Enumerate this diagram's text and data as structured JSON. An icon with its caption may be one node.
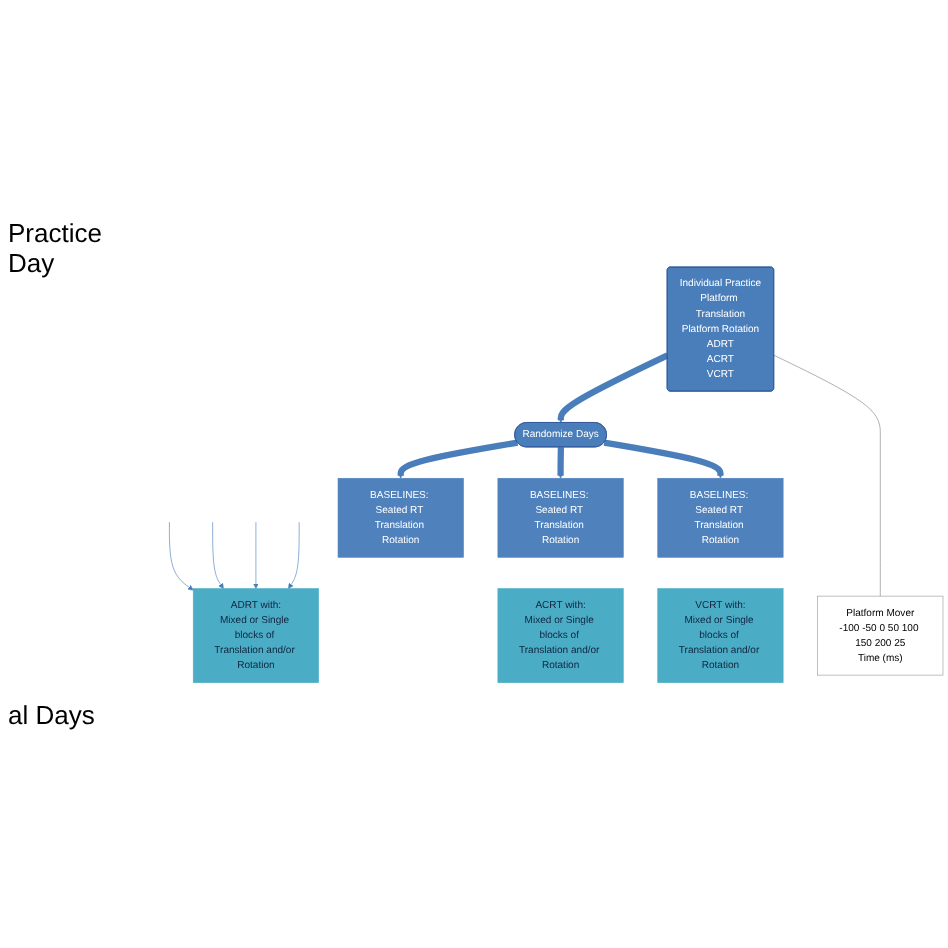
{
  "diagram": {
    "nodes": [
      {
        "text": [
          "Individual Practice",
          "Platform Translation",
          "Platform Rotation",
          "ADRT",
          "ACRT",
          "VCRT"
        ]
      },
      {
        "text": [
          "Randomize Days"
        ]
      },
      {
        "text": [
          "BASELINES: Seated RT Translation Rotation"
        ]
      },
      {
        "text": [
          "BASELINES: Seated RT Translation Rotation"
        ]
      },
      {
        "text": [
          "BASELINES: Seated RT Translation Rotation"
        ]
      },
      {
        "text": [
          "ADRT with:",
          "Mixed or Single blocks of Translation and/or Rotation"
        ]
      },
      {
        "text": [
          "ACRT with:",
          "Mixed or Single blocks of Translation and/or Rotation"
        ]
      },
      {
        "text": [
          "VCRT with:",
          "Mixed or Single blocks of Translation and/or Rotation"
        ]
      },
      {
        "text": [
          "Platform Mover",
          "-100 -50 0 50 100 150 200 25",
          "Time (ms)"
        ]
      }
    ],
    "edges": [
      {
        "from": 0,
        "to": 1,
        "arrow": "to",
        "style": "thick"
      },
      {
        "from": 1,
        "to": 2,
        "arrow": "to",
        "style": "thick"
      },
      {
        "from": 1,
        "to": 3,
        "arrow": "to",
        "style": "thick"
      },
      {
        "from": 1,
        "to": 4,
        "arrow": "to",
        "style": "thick"
      },
      {
        "from": 0,
        "to": 8,
        "arrow": "none",
        "color": "#808080"
      },
      {
        "from": null,
        "to": 5,
        "arrow": "to"
      },
      {
        "from": null,
        "to": 5,
        "arrow": "to"
      },
      {
        "from": null,
        "to": 5,
        "arrow": "to"
      },
      {
        "from": null,
        "to": 5,
        "arrow": "to"
      }
    ],
    "labels": [
      "Practice Day",
      "al Days"
    ]
  }
}
